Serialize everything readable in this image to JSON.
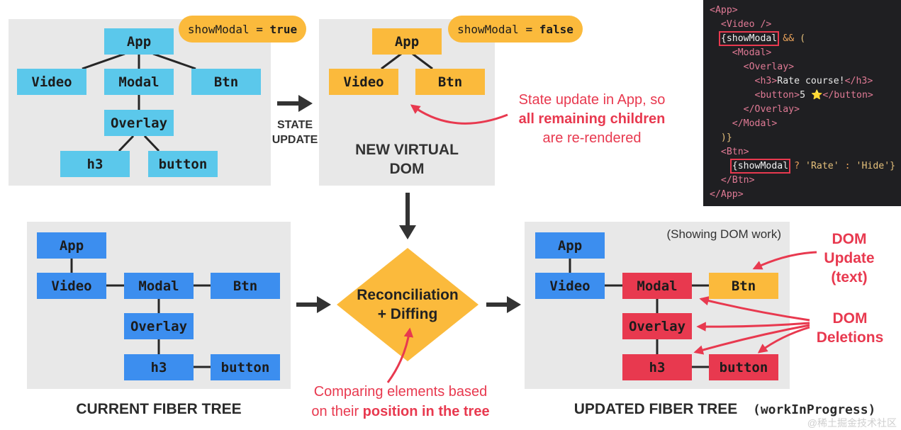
{
  "colors": {
    "initial_tree": "#5BC8EB",
    "new_tree": "#FBBA3C",
    "fiber_tree": "#3C8EEF",
    "dom_deletion": "#E8394F",
    "dom_update": "#FBBA3C",
    "annotation": "#E8394F",
    "panel": "#E8E8E8",
    "code_bg": "#1F1F22"
  },
  "initial_vdom": {
    "state_badge": {
      "prop": "showModal",
      "op": "=",
      "value": "true"
    },
    "nodes": {
      "app": "App",
      "video": "Video",
      "modal": "Modal",
      "btn": "Btn",
      "overlay": "Overlay",
      "h3": "h3",
      "button": "button"
    }
  },
  "state_update": [
    "STATE",
    "UPDATE"
  ],
  "new_vdom": {
    "state_badge": {
      "prop": "showModal",
      "op": "=",
      "value": "false"
    },
    "nodes": {
      "app": "App",
      "video": "Video",
      "btn": "Btn"
    },
    "label": [
      "NEW VIRTUAL",
      "DOM"
    ]
  },
  "rerender_note": [
    "State update in App, so",
    "all remaining children",
    "are re-rendered"
  ],
  "code": {
    "lines": [
      "<App>",
      "  <Video />",
      "  {showModal && (",
      "    <Modal>",
      "      <Overlay>",
      "        <h3>Rate course!</h3>",
      "        <button>5 ⭐</button>",
      "      </Overlay>",
      "    </Modal>",
      "  )}",
      "  <Btn>",
      "    {showModal ? 'Rate' : 'Hide'}",
      "  </Btn>",
      "</App>"
    ],
    "highlight": "{showModal"
  },
  "current_fiber": {
    "title": "CURRENT FIBER TREE",
    "nodes": {
      "app": "App",
      "video": "Video",
      "modal": "Modal",
      "btn": "Btn",
      "overlay": "Overlay",
      "h3": "h3",
      "button": "button"
    }
  },
  "reconciliation": [
    "Reconciliation",
    "+ Diffing"
  ],
  "comparing_note": {
    "line1": "Comparing elements based",
    "line2_prefix": "on their ",
    "line2_emphasis": "position in the tree"
  },
  "updated_fiber": {
    "title": "UPDATED FIBER TREE",
    "subtitle": "(workInProgress)",
    "caption": "(Showing DOM work)",
    "nodes": {
      "app": "App",
      "video": "Video",
      "modal": "Modal",
      "btn": "Btn",
      "overlay": "Overlay",
      "h3": "h3",
      "button": "button"
    }
  },
  "dom_update_label": [
    "DOM",
    "Update",
    "(text)"
  ],
  "dom_deletions_label": [
    "DOM",
    "Deletions"
  ],
  "watermark": "@稀土掘金技术社区"
}
